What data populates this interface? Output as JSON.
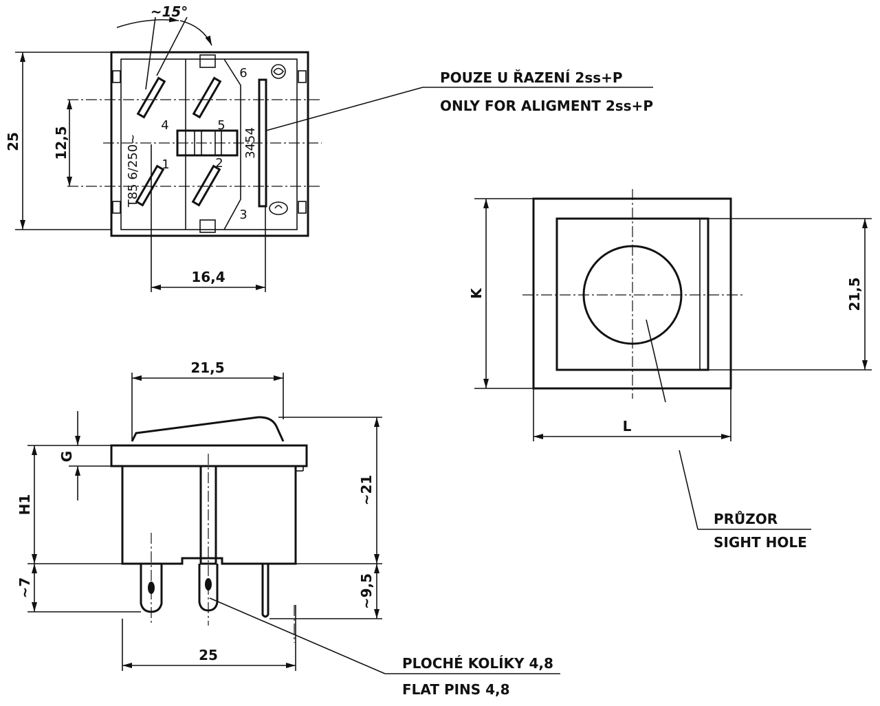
{
  "dimensions": {
    "top_height_25": "25",
    "top_height_12_5": "12,5",
    "top_width_16_4": "16,4",
    "top_angle": "~15°",
    "side_width_21_5": "21,5",
    "side_width_25": "25",
    "side_G": "G",
    "side_H1": "H1",
    "side_7": "~7",
    "side_21": "~21",
    "side_9_5": "~9,5",
    "front_K": "K",
    "front_L": "L",
    "front_21_5": "21,5"
  },
  "labels": {
    "only_for_cz": "POUZE U ŘAZENÍ 2ss+P",
    "only_for_en": "ONLY FOR ALIGMENT 2ss+P",
    "sight_hole_cz": "PRŮZOR",
    "sight_hole_en": "SIGHT HOLE",
    "flat_pins_cz": "PLOCHÉ KOLÍKY 4,8",
    "flat_pins_en": "FLAT PINS 4,8"
  },
  "markings": {
    "pin_1": "1",
    "pin_2": "2",
    "pin_3": "3",
    "pin_4": "4",
    "pin_5": "5",
    "pin_6": "6",
    "rating": "T85 6/250~",
    "code": "3454"
  }
}
